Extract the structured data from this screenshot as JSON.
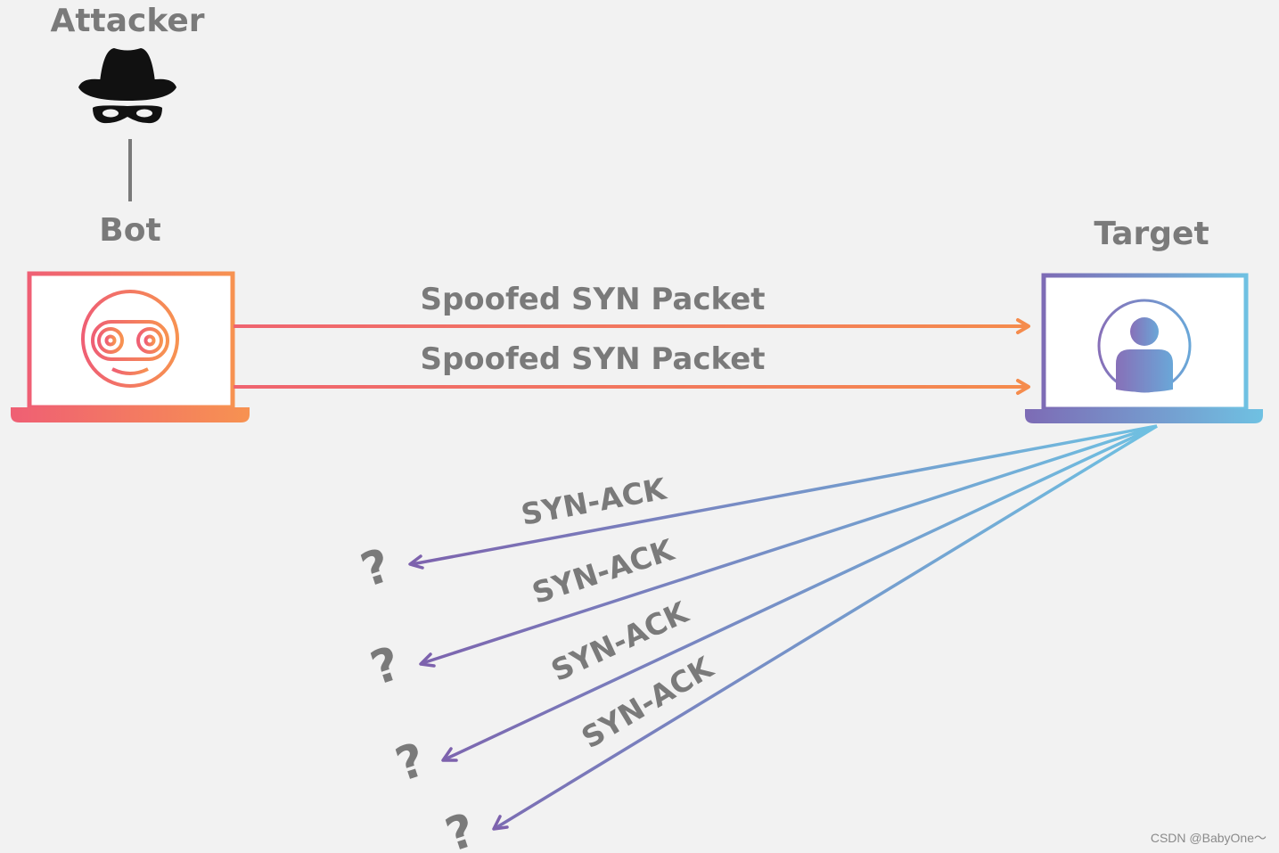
{
  "nodes": {
    "attacker": {
      "title": "Attacker",
      "icon": "spy-icon"
    },
    "bot": {
      "title": "Bot",
      "icon": "robot-face-icon"
    },
    "target": {
      "title": "Target",
      "icon": "user-avatar-icon"
    }
  },
  "edges": {
    "syn": [
      {
        "label": "Spoofed SYN Packet"
      },
      {
        "label": "Spoofed SYN Packet"
      }
    ],
    "syn_ack": [
      {
        "label": "SYN-ACK",
        "destination": "?"
      },
      {
        "label": "SYN-ACK",
        "destination": "?"
      },
      {
        "label": "SYN-ACK",
        "destination": "?"
      },
      {
        "label": "SYN-ACK",
        "destination": "?"
      }
    ]
  },
  "colors": {
    "background": "#f2f2f2",
    "text": "#7a7a7a",
    "bot_gradient_start": "#ef5f74",
    "bot_gradient_end": "#f79251",
    "target_gradient_start": "#7d6bb5",
    "target_gradient_end": "#6fc1e2",
    "spy": "#111111"
  },
  "credit": "CSDN @BabyOne～"
}
